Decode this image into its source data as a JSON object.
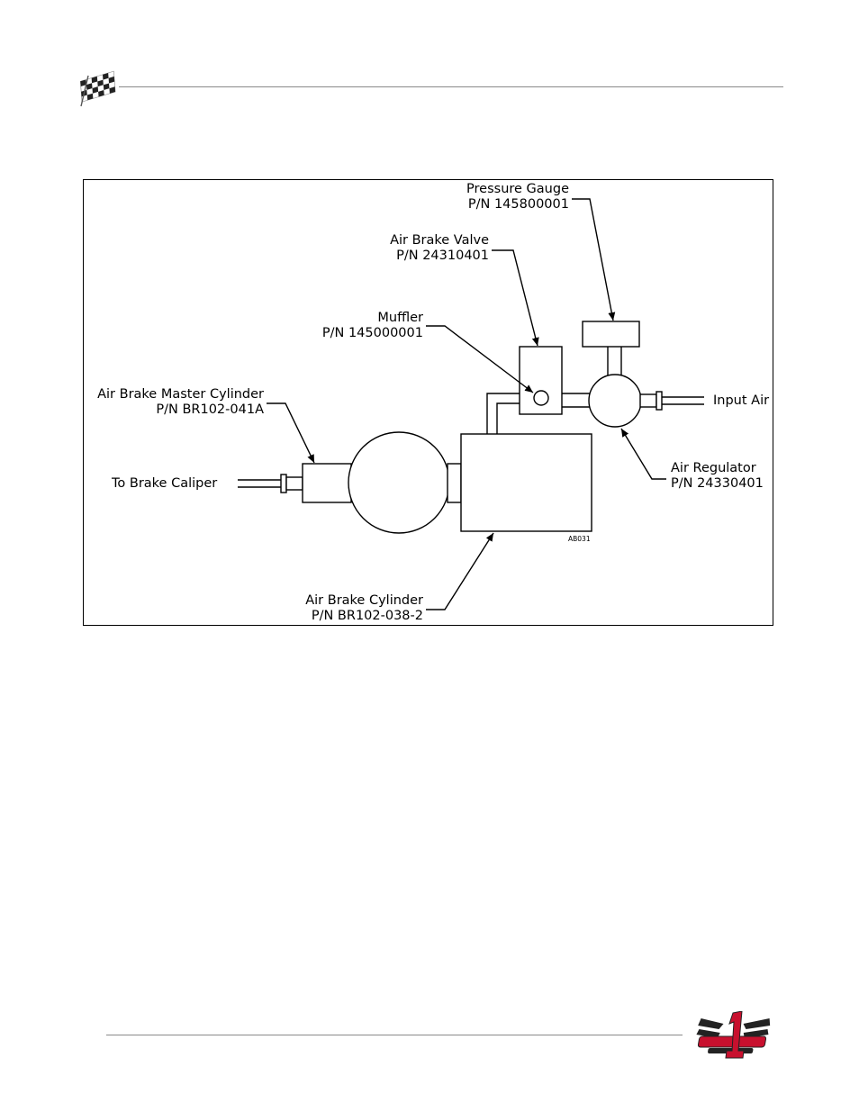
{
  "labels": {
    "pressure_gauge": {
      "name": "Pressure Gauge",
      "pn": "P/N 145800001"
    },
    "air_brake_valve": {
      "name": "Air Brake Valve",
      "pn": "P/N 24310401"
    },
    "muffler": {
      "name": "Muffler",
      "pn": "P/N 145000001"
    },
    "master_cylinder": {
      "name": "Air Brake Master Cylinder",
      "pn": "P/N BR102-041A"
    },
    "to_brake_caliper": "To Brake Caliper",
    "input_air": "Input Air",
    "air_regulator": {
      "name": "Air Regulator",
      "pn": "P/N 24330401"
    },
    "air_brake_cylinder": {
      "name": "Air Brake Cylinder",
      "pn": "P/N BR102-038-2"
    },
    "figure_code": "AB031"
  },
  "colors": {
    "line": "#000000",
    "rule": "#8a8a8a",
    "logo_red": "#c8102e"
  },
  "icons": {
    "header": "checkered-flag-icon",
    "footer": "dynojet-logo-icon"
  }
}
